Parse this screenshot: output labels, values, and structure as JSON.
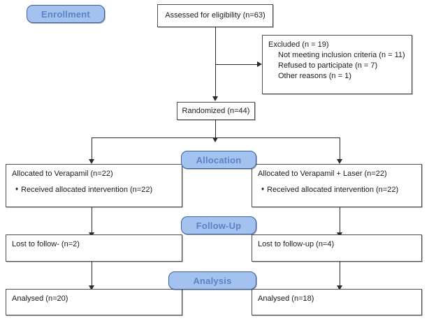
{
  "diagram": {
    "title": "CONSORT participant flow diagram",
    "accent_banner_fill": "#a3c2ef",
    "accent_banner_border": "#3b5f9e",
    "accent_banner_text": "#5b82c4",
    "box_border": "#4d4d4d",
    "connector_color": "#2b2b2b"
  },
  "banners": {
    "enrollment": "Enrollment",
    "allocation": "Allocation",
    "followup": "Follow-Up",
    "analysis": "Analysis"
  },
  "nodes": {
    "assessed": {
      "text": "Assessed for eligibility (n=63)"
    },
    "excluded": {
      "heading": "Excluded (n = 19)",
      "reasons": [
        "Not meeting inclusion criteria  (n = 11)",
        "Refused to participate  (n = 7)",
        "Other reasons (n = 1)"
      ]
    },
    "randomized": {
      "text": "Randomized (n=44)"
    },
    "alloc_left": {
      "line1": "Allocated to Verapamil (n=22)",
      "line2": "Received allocated intervention (n=22)"
    },
    "alloc_right": {
      "line1": "Allocated to Verapamil + Laser (n=22)",
      "line2": "Received allocated intervention (n=22)"
    },
    "follow_left": {
      "text": "Lost to follow- (n=2)"
    },
    "follow_right": {
      "text": "Lost to follow-up (n=4)"
    },
    "analysis_left": {
      "text": "Analysed  (n=20)"
    },
    "analysis_right": {
      "text": "Analysed  (n=18)"
    }
  },
  "chart_data": {
    "type": "diagram",
    "title": "CONSORT flow diagram",
    "stages": [
      "Enrollment",
      "Allocation",
      "Follow-Up",
      "Analysis"
    ],
    "nodes": [
      {
        "id": "assessed",
        "label": "Assessed for eligibility",
        "n": 63
      },
      {
        "id": "excluded",
        "label": "Excluded",
        "n": 19
      },
      {
        "id": "excl_criteria",
        "label": "Not meeting inclusion criteria",
        "n": 11
      },
      {
        "id": "excl_refused",
        "label": "Refused to participate",
        "n": 7
      },
      {
        "id": "excl_other",
        "label": "Other reasons",
        "n": 1
      },
      {
        "id": "randomized",
        "label": "Randomized",
        "n": 44
      },
      {
        "id": "alloc_left",
        "label": "Allocated to Verapamil",
        "n": 22
      },
      {
        "id": "alloc_left_rx",
        "label": "Received allocated intervention",
        "n": 22
      },
      {
        "id": "alloc_right",
        "label": "Allocated to Verapamil + Laser",
        "n": 22
      },
      {
        "id": "alloc_right_rx",
        "label": "Received allocated intervention",
        "n": 22
      },
      {
        "id": "follow_left",
        "label": "Lost to follow-",
        "n": 2
      },
      {
        "id": "follow_right",
        "label": "Lost to follow-up",
        "n": 4
      },
      {
        "id": "analysis_left",
        "label": "Analysed",
        "n": 20
      },
      {
        "id": "analysis_right",
        "label": "Analysed",
        "n": 18
      }
    ],
    "edges": [
      {
        "from": "assessed",
        "to": "excluded"
      },
      {
        "from": "assessed",
        "to": "randomized"
      },
      {
        "from": "randomized",
        "to": "alloc_left"
      },
      {
        "from": "randomized",
        "to": "alloc_right"
      },
      {
        "from": "alloc_left",
        "to": "follow_left"
      },
      {
        "from": "alloc_right",
        "to": "follow_right"
      },
      {
        "from": "follow_left",
        "to": "analysis_left"
      },
      {
        "from": "follow_right",
        "to": "analysis_right"
      }
    ]
  }
}
